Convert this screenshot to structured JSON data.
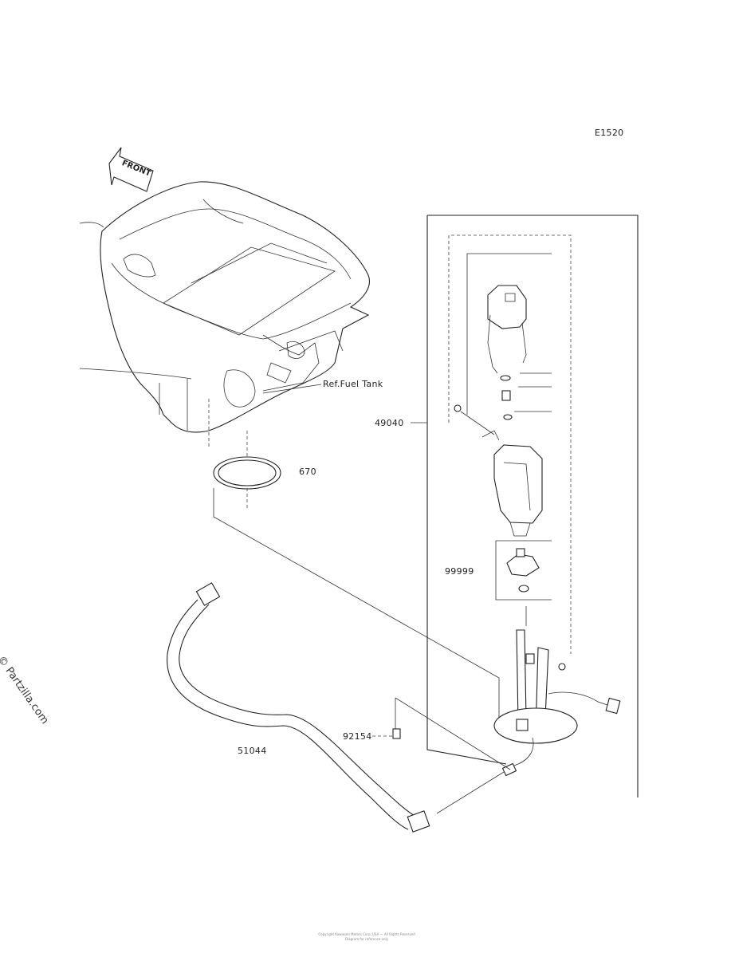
{
  "diagram": {
    "code": "E1520",
    "front_label": "FRONT",
    "ref_label": "Ref.Fuel Tank",
    "parts": {
      "p670": "670",
      "p49040": "49040",
      "p99999": "99999",
      "p92154": "92154",
      "p51044": "51044"
    },
    "watermark": "© Partzilla.com",
    "footer_line1": "Copyright Kawasaki Motors Corp. USA — All Rights Reserved",
    "footer_line2": "Diagram for reference only"
  }
}
